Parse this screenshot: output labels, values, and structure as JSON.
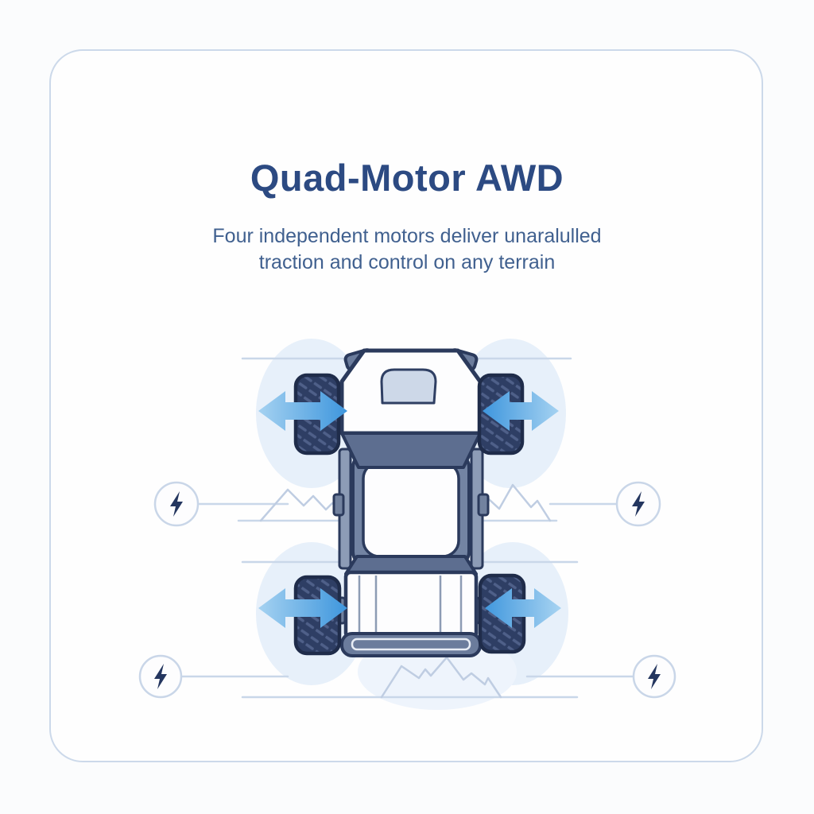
{
  "card": {
    "title": "Quad-Motor AWD",
    "subtitle_line1": "Four independent motors deliver unaralulled",
    "subtitle_line2": "traction and control on any terrain",
    "border_color": "#ccd9ea"
  },
  "illustration": {
    "subject": "top-down-vehicle-with-four-driven-wheels",
    "icons": [
      {
        "name": "lightning-bolt-icon",
        "count": 4
      },
      {
        "name": "double-arrow-icon",
        "count": 4
      },
      {
        "name": "mountain-line-icon",
        "count": 3
      }
    ],
    "colors": {
      "title_text": "#2c4a82",
      "subtitle_text": "#40608f",
      "outline_navy": "#2b3a5c",
      "wheel_fill": "#2e3e64",
      "body_slate": "#5d6e90",
      "arrow_blue_light": "#a5d2f1",
      "arrow_blue_dark": "#3e96dd",
      "wheel_glow": "#e7f0fa",
      "decor_line": "#c9d7e9",
      "mountain_line": "#bfcde2"
    }
  }
}
